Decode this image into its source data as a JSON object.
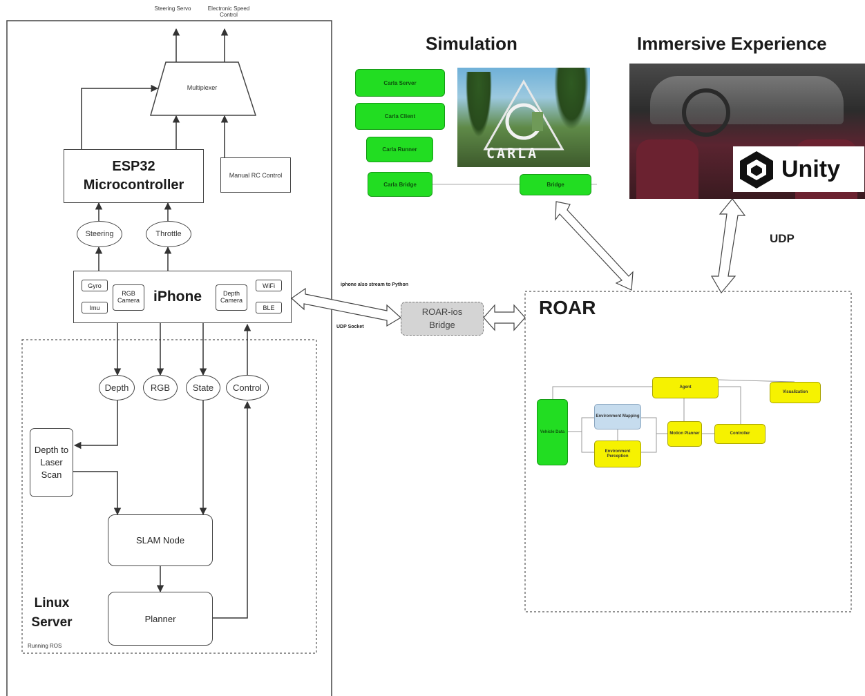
{
  "outputs": {
    "steering_servo": "Steering Servo",
    "esc": "Electronic Speed Control"
  },
  "hardware": {
    "multiplexer": "Multiplexer",
    "esp32_line1": "ESP32",
    "esp32_line2": "Microcontroller",
    "manual_rc": "Manual RC Control",
    "steering": "Steering",
    "throttle": "Throttle"
  },
  "iphone": {
    "title": "iPhone",
    "gyro": "Gyro",
    "imu": "Imu",
    "rgb_camera": "RGB Camera",
    "depth_camera": "Depth Camera",
    "wifi": "WiFi",
    "ble": "BLE"
  },
  "ros": {
    "depth": "Depth",
    "rgb": "RGB",
    "state": "State",
    "control": "Control",
    "depth_to_laser": "Depth to Laser Scan",
    "slam": "SLAM Node",
    "planner": "Planner",
    "linux_line1": "Linux",
    "linux_line2": "Server",
    "running_ros": "Running ROS"
  },
  "links": {
    "iphone_stream": "iphone also stream to Python",
    "udp_socket": "UDP Socket",
    "udp": "UDP"
  },
  "bridge": {
    "line1": "ROAR-ios",
    "line2": "Bridge"
  },
  "simulation": {
    "title": "Simulation",
    "carla_server": "Carla Server",
    "carla_client": "Carla Client",
    "carla_runner": "Carla Runner",
    "carla_bridge": "Carla Bridge",
    "bridge": "Bridge",
    "carla_logo": "CARLA"
  },
  "immersive": {
    "title": "Immersive Experience",
    "unity_logo": "Unity"
  },
  "roar": {
    "title": "ROAR",
    "agent": "Agent",
    "visualization": "Visualization",
    "vehicle_data": "Vehicle Data",
    "env_mapping": "Environment Mapping",
    "env_perception": "Environment Perception",
    "motion_planner": "Motion Planner",
    "controller": "Controller"
  }
}
